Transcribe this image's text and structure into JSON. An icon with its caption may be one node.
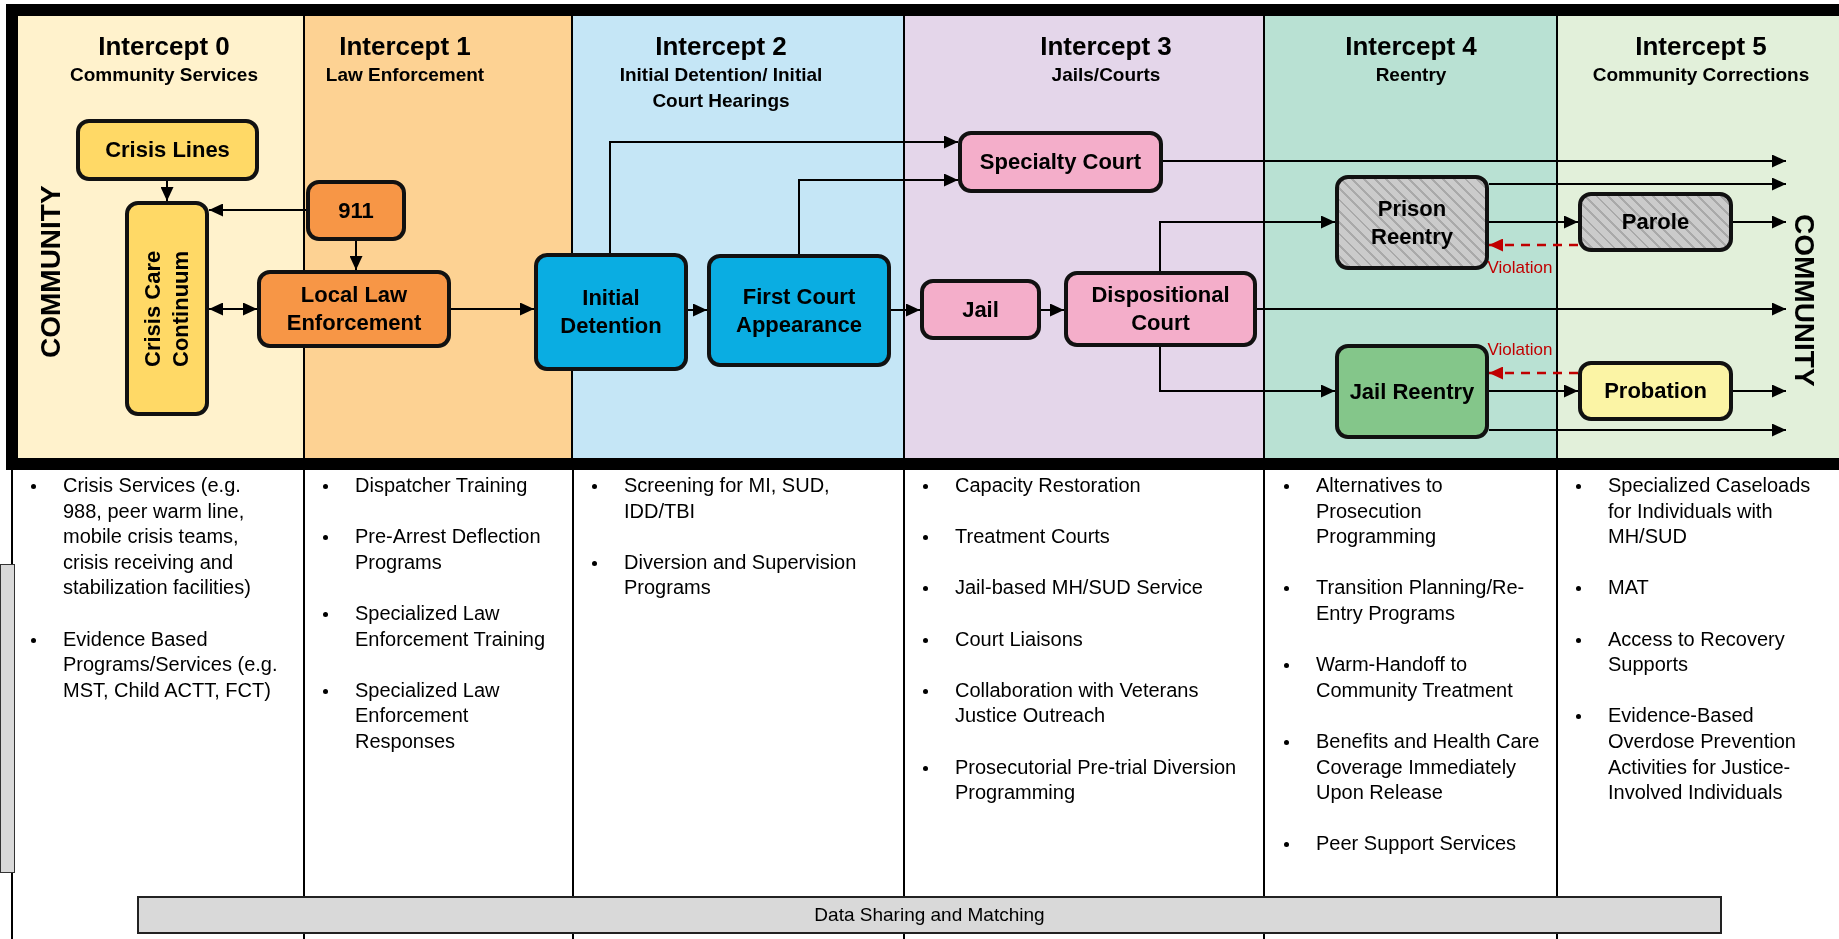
{
  "diagram": {
    "nodes": [
      {
        "text": [
          "Intercept 0",
          "Community Services"
        ]
      },
      {
        "text": [
          "Intercept 1",
          "Law Enforcement"
        ]
      },
      {
        "text": [
          "Intercept 2",
          "Initial Detention/ Initial Court Hearings"
        ]
      },
      {
        "text": [
          "Intercept 3",
          "Jails/Courts"
        ]
      },
      {
        "text": [
          "Intercept 4",
          "Reentry"
        ]
      },
      {
        "text": [
          "Intercept 5",
          "Community Corrections"
        ]
      },
      {
        "text": [
          "Crisis Lines"
        ],
        "in": 0
      },
      {
        "text": [
          "911"
        ],
        "in": 1
      },
      {
        "text": [
          "Crisis Care Continuum"
        ],
        "in": 0
      },
      {
        "text": [
          "Local Law Enforcement"
        ]
      },
      {
        "text": [
          "Initial Detention"
        ]
      },
      {
        "text": [
          "First Court Appearance"
        ],
        "in": 2
      },
      {
        "text": [
          "Specialty Court"
        ],
        "in": 3
      },
      {
        "text": [
          "Jail"
        ],
        "in": 3
      },
      {
        "text": [
          "Dispositional Court"
        ],
        "in": 3
      },
      {
        "text": [
          "Prison Reentry"
        ],
        "in": 4
      },
      {
        "text": [
          "Jail Reentry"
        ],
        "in": 4
      },
      {
        "text": [
          "Parole"
        ],
        "in": 5
      },
      {
        "text": [
          "Probation"
        ],
        "in": 5
      },
      {
        "text": [
          "COMMUNITY"
        ],
        "in": 5
      },
      {
        "text": [
          "Data Sharing and Matching"
        ]
      }
    ],
    "edges": [
      {
        "from": 6,
        "to": 8,
        "arrow": "to"
      },
      {
        "from": 7,
        "to": 8,
        "arrow": "to"
      },
      {
        "from": 7,
        "to": 9,
        "arrow": "to"
      },
      {
        "from": 8,
        "to": 9,
        "arrow": "both"
      },
      {
        "from": 9,
        "to": 10,
        "arrow": "to"
      },
      {
        "from": 10,
        "to": 11,
        "arrow": "to"
      },
      {
        "from": 10,
        "to": 12,
        "arrow": "to"
      },
      {
        "from": 11,
        "to": 12,
        "arrow": "to"
      },
      {
        "from": 11,
        "to": 13,
        "arrow": "to"
      },
      {
        "from": 13,
        "to": 14,
        "arrow": "to"
      },
      {
        "from": 12,
        "to": 19,
        "arrow": "to"
      },
      {
        "from": 14,
        "to": 15,
        "arrow": "to"
      },
      {
        "from": 14,
        "to": 19,
        "arrow": "to"
      },
      {
        "from": 14,
        "to": 16,
        "arrow": "to"
      },
      {
        "from": 15,
        "to": 19,
        "arrow": "to"
      },
      {
        "from": 15,
        "to": 17,
        "arrow": "to"
      },
      {
        "from": 17,
        "to": 19,
        "arrow": "to"
      },
      {
        "from": 17,
        "to": 15,
        "arrow": "to",
        "label": "Violation",
        "style": "dashed",
        "color": "#c00000"
      },
      {
        "from": 16,
        "to": 18,
        "arrow": "to"
      },
      {
        "from": 18,
        "to": 19,
        "arrow": "to"
      },
      {
        "from": 16,
        "to": 19,
        "arrow": "to"
      },
      {
        "from": 18,
        "to": 16,
        "arrow": "to",
        "label": "Violation",
        "style": "dashed",
        "color": "#c00000"
      }
    ],
    "labels": [
      "COMMUNITY",
      "Crisis Services (e.g. 988, peer warm line, mobile crisis teams, crisis receiving and stabilization facilities)",
      "Evidence Based Programs/Services (e.g. MST, Child ACTT, FCT)",
      "Dispatcher Training",
      "Pre-Arrest Deflection Programs",
      "Specialized Law Enforcement Training",
      "Specialized Law Enforcement Responses",
      "Screening for MI, SUD, IDD/TBI",
      "Diversion and Supervision Programs",
      "Capacity Restoration",
      "Treatment Courts",
      "Jail-based MH/SUD Service",
      "Court Liaisons",
      "Collaboration with Veterans Justice Outreach",
      "Prosecutorial Pre-trial Diversion Programming",
      "Alternatives to Prosecution Programming",
      "Transition Planning/Re-Entry Programs",
      "Warm-Handoff to Community Treatment",
      "Benefits and Health Care Coverage Immediately Upon Release",
      "Peer Support Services",
      "Specialized Caseloads for Individuals with MH/SUD",
      "MAT",
      "Access to Recovery Supports",
      "Evidence-Based Overdose Prevention Activities for Justice-Involved Individuals"
    ]
  }
}
